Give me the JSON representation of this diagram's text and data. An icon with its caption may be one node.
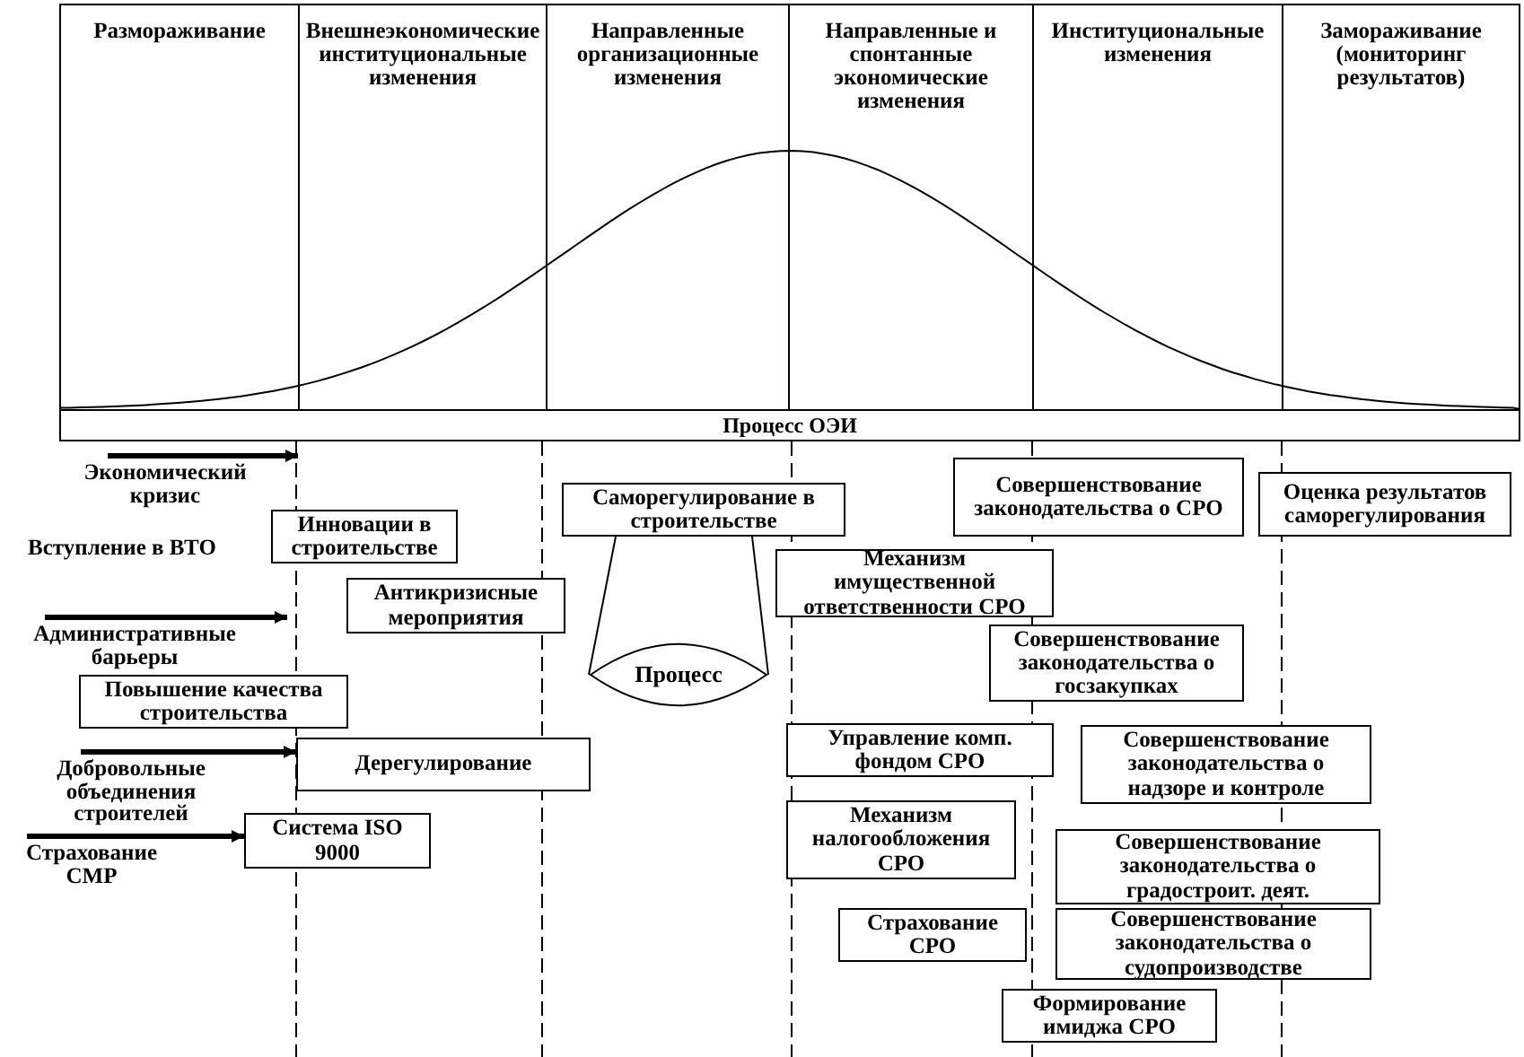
{
  "diagram": {
    "nodes": [
      {
        "text": [
          "Размораживание"
        ]
      },
      {
        "text": [
          "Внешнеэкономические институциональные изменения"
        ]
      },
      {
        "text": [
          "Направленные организационные изменения"
        ]
      },
      {
        "text": [
          "Направленные и спонтанные экономические изменения"
        ]
      },
      {
        "text": [
          "Институциональные изменения"
        ]
      },
      {
        "text": [
          "Замораживание (мониторинг результатов)"
        ]
      },
      {
        "text": [
          "Процесс ОЭИ"
        ]
      },
      {
        "text": [
          "Экономический кризис"
        ]
      },
      {
        "text": [
          "Инновации в строительстве"
        ]
      },
      {
        "text": [
          "Саморегулирование в строительстве"
        ]
      },
      {
        "text": [
          "Совершенствование законодательства о СРО"
        ]
      },
      {
        "text": [
          "Оценка результатов саморегулирования"
        ]
      },
      {
        "text": [
          "Вступление в ВТО"
        ]
      },
      {
        "text": [
          "Механизм имущественной ответственности СРО"
        ]
      },
      {
        "text": [
          "Антикризисные мероприятия"
        ]
      },
      {
        "text": [
          "Административные барьеры"
        ]
      },
      {
        "text": [
          "Процесс"
        ]
      },
      {
        "text": [
          "Совершенствование законодательства о госзакупках"
        ]
      },
      {
        "text": [
          "Повышение качества строительства"
        ]
      },
      {
        "text": [
          "Управление комп. фондом СРО"
        ]
      },
      {
        "text": [
          "Совершенствование законодательства о надзоре и контроле"
        ]
      },
      {
        "text": [
          "Добровольные объединения строителей"
        ]
      },
      {
        "text": [
          "Дерегулирование"
        ]
      },
      {
        "text": [
          "Механизм налогообложения СРО"
        ]
      },
      {
        "text": [
          "Страхование СМР"
        ]
      },
      {
        "text": [
          "Система ISO 9000"
        ]
      },
      {
        "text": [
          "Совершенствование законодательства о градостроит. деят."
        ]
      },
      {
        "text": [
          "Страхование СРО"
        ]
      },
      {
        "text": [
          "Совершенствование законодательства о судопроизводстве"
        ]
      },
      {
        "text": [
          "Формирование имиджа СРО"
        ]
      }
    ],
    "edges": [
      {
        "from": 7,
        "to": null,
        "arrow": "to"
      },
      {
        "from": 15,
        "to": null,
        "arrow": "to"
      },
      {
        "from": 21,
        "to": 22,
        "arrow": "to"
      },
      {
        "from": 24,
        "to": 25,
        "arrow": "to"
      },
      {
        "from": 9,
        "to": 16,
        "arrow": "none"
      },
      {
        "from": 9,
        "to": 16,
        "arrow": "none"
      }
    ]
  }
}
